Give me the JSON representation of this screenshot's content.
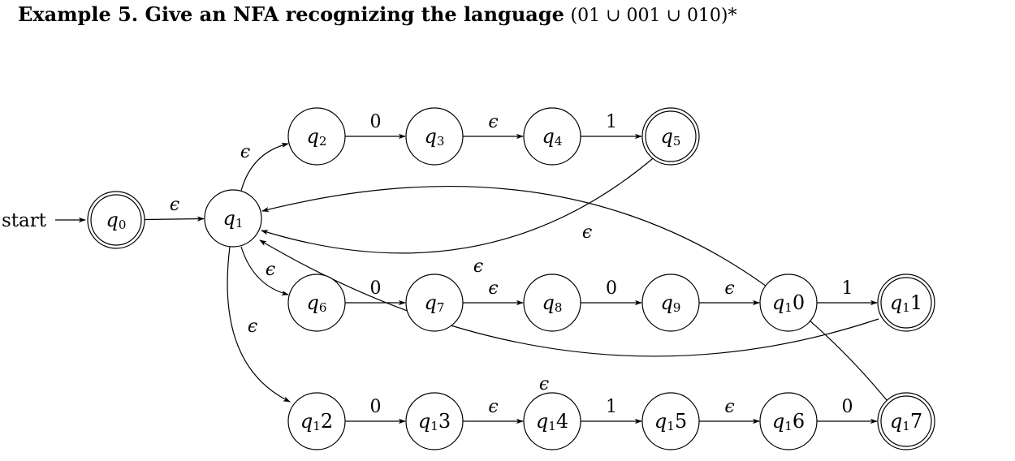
{
  "title": {
    "lead": "Example 5. Give an NFA recognizing the language",
    "expression": "(01 ∪ 001 ∪ 010)*"
  },
  "start_label": "start",
  "states": [
    {
      "id": "q0",
      "name": "q",
      "sub": "0",
      "accepting": true
    },
    {
      "id": "q1",
      "name": "q",
      "sub": "1",
      "accepting": false
    },
    {
      "id": "q2",
      "name": "q",
      "sub": "2",
      "accepting": false
    },
    {
      "id": "q3",
      "name": "q",
      "sub": "3",
      "accepting": false
    },
    {
      "id": "q4",
      "name": "q",
      "sub": "4",
      "accepting": false
    },
    {
      "id": "q5",
      "name": "q",
      "sub": "5",
      "accepting": true
    },
    {
      "id": "q6",
      "name": "q",
      "sub": "6",
      "accepting": false
    },
    {
      "id": "q7",
      "name": "q",
      "sub": "7",
      "accepting": false
    },
    {
      "id": "q8",
      "name": "q",
      "sub": "8",
      "accepting": false
    },
    {
      "id": "q9",
      "name": "q",
      "sub": "9",
      "accepting": false
    },
    {
      "id": "q10",
      "name": "q",
      "sub": "1",
      "tail": "0",
      "accepting": false
    },
    {
      "id": "q11",
      "name": "q",
      "sub": "1",
      "tail": "1",
      "accepting": true
    },
    {
      "id": "q12",
      "name": "q",
      "sub": "1",
      "tail": "2",
      "accepting": false
    },
    {
      "id": "q13",
      "name": "q",
      "sub": "1",
      "tail": "3",
      "accepting": false
    },
    {
      "id": "q14",
      "name": "q",
      "sub": "1",
      "tail": "4",
      "accepting": false
    },
    {
      "id": "q15",
      "name": "q",
      "sub": "1",
      "tail": "5",
      "accepting": false
    },
    {
      "id": "q16",
      "name": "q",
      "sub": "1",
      "tail": "6",
      "accepting": false
    },
    {
      "id": "q17",
      "name": "q",
      "sub": "1",
      "tail": "7",
      "accepting": true
    }
  ],
  "transitions": [
    {
      "id": "t0",
      "from": "q0",
      "to": "q1",
      "label": "ϵ"
    },
    {
      "id": "t1",
      "from": "q1",
      "to": "q2",
      "label": "ϵ"
    },
    {
      "id": "t2",
      "from": "q2",
      "to": "q3",
      "label": "0"
    },
    {
      "id": "t3",
      "from": "q3",
      "to": "q4",
      "label": "ϵ"
    },
    {
      "id": "t4",
      "from": "q4",
      "to": "q5",
      "label": "1"
    },
    {
      "id": "t5",
      "from": "q1",
      "to": "q6",
      "label": "ϵ"
    },
    {
      "id": "t6",
      "from": "q6",
      "to": "q7",
      "label": "0"
    },
    {
      "id": "t7",
      "from": "q7",
      "to": "q8",
      "label": "ϵ"
    },
    {
      "id": "t8",
      "from": "q8",
      "to": "q9",
      "label": "0"
    },
    {
      "id": "t9",
      "from": "q9",
      "to": "q10",
      "label": "ϵ"
    },
    {
      "id": "t10",
      "from": "q10",
      "to": "q11",
      "label": "1"
    },
    {
      "id": "t11",
      "from": "q1",
      "to": "q12",
      "label": "ϵ"
    },
    {
      "id": "t12",
      "from": "q12",
      "to": "q13",
      "label": "0"
    },
    {
      "id": "t13",
      "from": "q13",
      "to": "q14",
      "label": "ϵ"
    },
    {
      "id": "t14",
      "from": "q14",
      "to": "q15",
      "label": "1"
    },
    {
      "id": "t15",
      "from": "q15",
      "to": "q16",
      "label": "ϵ"
    },
    {
      "id": "t16",
      "from": "q16",
      "to": "q17",
      "label": "0"
    },
    {
      "id": "t17",
      "from": "q5",
      "to": "q1",
      "label": "ϵ"
    },
    {
      "id": "t18",
      "from": "q11",
      "to": "q1",
      "label": "ϵ"
    },
    {
      "id": "t19",
      "from": "q17",
      "to": "q1",
      "label": "ϵ"
    }
  ]
}
